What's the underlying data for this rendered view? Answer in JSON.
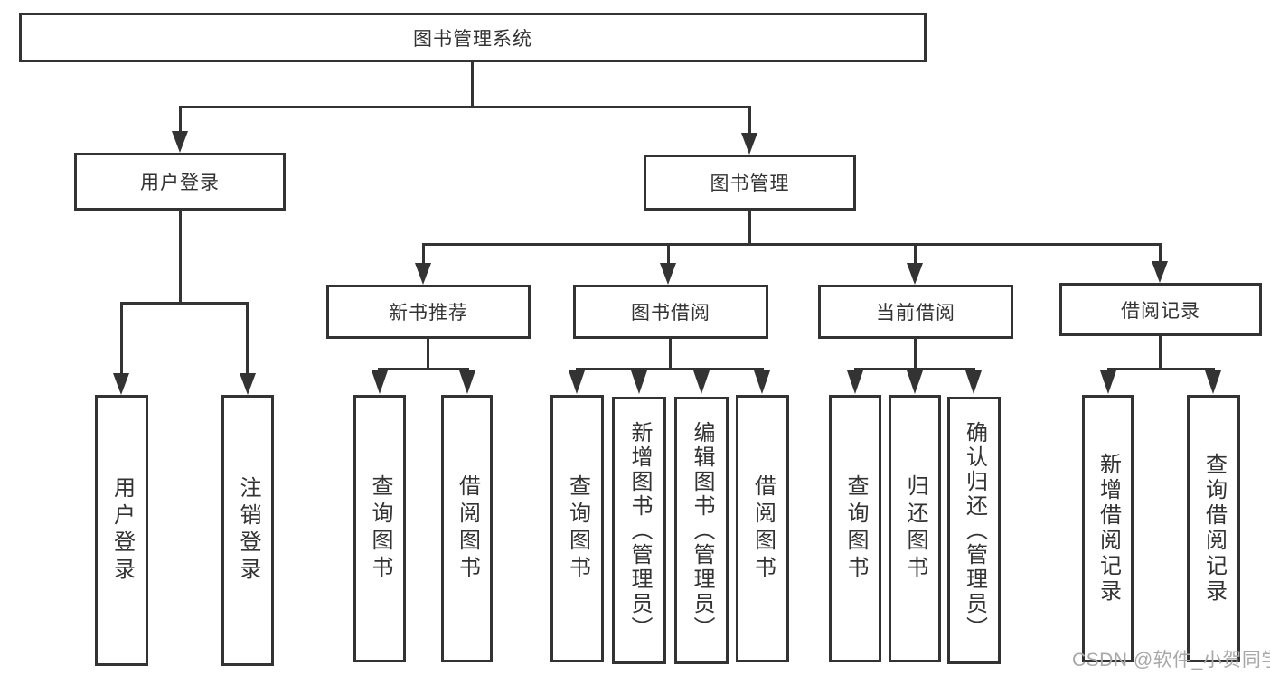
{
  "nodes": {
    "root": {
      "label": "图书管理系统"
    },
    "login": {
      "label": "用户登录"
    },
    "mgmt": {
      "label": "图书管理"
    },
    "rec": {
      "label": "新书推荐"
    },
    "borrow": {
      "label": "图书借阅"
    },
    "current": {
      "label": "当前借阅"
    },
    "records": {
      "label": "借阅记录"
    },
    "a1": {
      "label": "用户登录"
    },
    "a2": {
      "label": "注销登录"
    },
    "b1": {
      "label": "查询图书"
    },
    "b2": {
      "label": "借阅图书"
    },
    "c1": {
      "label": "查询图书"
    },
    "c2": {
      "label": "新增图书（管理员）"
    },
    "c3": {
      "label": "编辑图书（管理员）"
    },
    "c4": {
      "label": "借阅图书"
    },
    "d1": {
      "label": "查询图书"
    },
    "d2": {
      "label": "归还图书"
    },
    "d3": {
      "label": "确认归还（管理员）"
    },
    "e1": {
      "label": "新增借阅记录"
    },
    "e2": {
      "label": "查询借阅记录"
    }
  },
  "watermark": "CSDN @软件_小贺同学",
  "colors": {
    "line": "#333333",
    "text": "#333333",
    "watermark": "#a8a8a8",
    "background": "#ffffff"
  }
}
